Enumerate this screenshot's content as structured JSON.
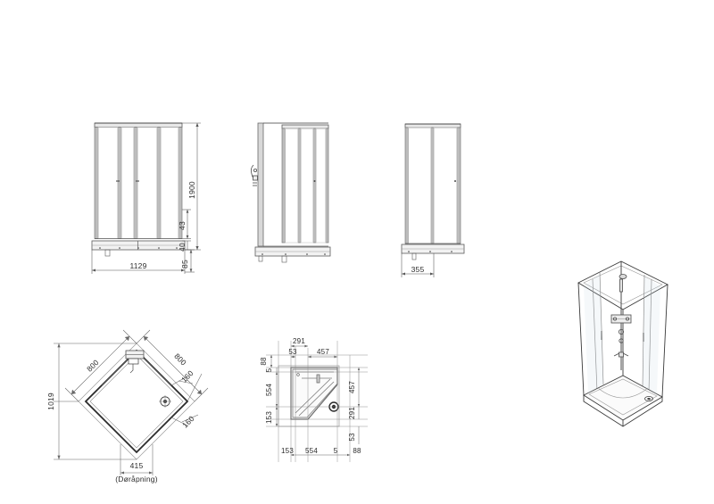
{
  "drawing": {
    "title": "Shower enclosure technical drawing",
    "units": "mm",
    "line_color": "#3a3a3a",
    "frame_color": "#9a9a9a",
    "text_color": "#2b2b2b",
    "background": "#ffffff"
  },
  "views": {
    "front_elevation": {
      "name": "Front elevation",
      "dimensions": {
        "height_total": "1900",
        "door_panel": "43",
        "base_lip": "40",
        "base_height": "85",
        "width_total": "1129"
      }
    },
    "side_elevation": {
      "name": "Side elevation",
      "dimensions": {}
    },
    "rear_elevation": {
      "name": "Rear elevation",
      "dimensions": {
        "width_total": "355"
      }
    },
    "plan_diamond": {
      "name": "Plan view rotated 45 degrees",
      "dimensions": {
        "side_left": "800",
        "side_right": "800",
        "diagonal": "1019",
        "offset_upper": "160",
        "offset_lower": "160",
        "door_opening": "415",
        "door_opening_note": "(Døråpning)"
      }
    },
    "plan_orthogonal": {
      "name": "Plan view with tray dimensions",
      "dimensions": {
        "top_291": "291",
        "top_53": "53",
        "top_457": "457",
        "left_88": "88",
        "left_5": "5",
        "left_554": "554",
        "left_153": "153",
        "right_457": "457",
        "right_291": "291",
        "right_53": "53",
        "bottom_153": "153",
        "bottom_554": "554",
        "bottom_5": "5",
        "bottom_88": "88"
      }
    },
    "isometric": {
      "name": "3D isometric view",
      "dimensions": {}
    }
  }
}
